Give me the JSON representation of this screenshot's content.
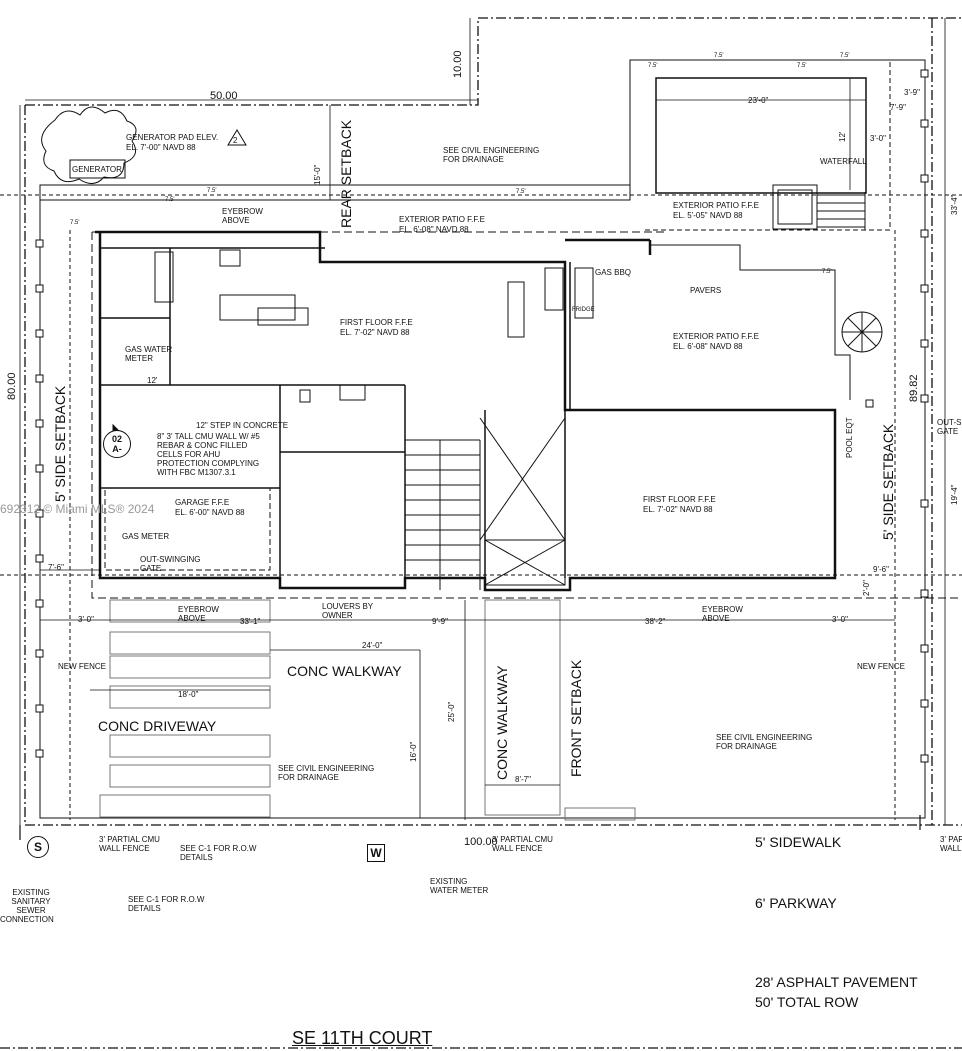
{
  "plan": {
    "street": "SE 11TH COURT",
    "road_notes": [
      "28' ASPHALT PAVEMENT",
      "50' TOTAL ROW"
    ],
    "sidewalk": "5' SIDEWALK",
    "parkway": "6' PARKWAY",
    "setbacks": {
      "rear": "REAR SETBACK",
      "side_left": "5' SIDE SETBACK",
      "side_right": "5' SIDE SETBACK",
      "front": "FRONT SETBACK"
    },
    "walkways": {
      "conc_walkway_h": "CONC WALKWAY",
      "conc_walkway_v": "CONC WALKWAY",
      "conc_driveway": "CONC DRIVEWAY"
    },
    "dimensions": {
      "top_50": "50.00",
      "top_10": "10.00",
      "left_80": "80.00",
      "right_8982": "89.82",
      "bottom_100": "100.00",
      "rear_15": "15'-0\"",
      "pool_23": "23'-0\"",
      "pool_12": "12'",
      "d_3_9": "3'-9\"",
      "d_7_9": "7'-9\"",
      "d_3_0_pool": "3'-0\"",
      "d_33_4": "33'-4\"",
      "d_19_4": "19'-4\"",
      "d_9_6": "9'-6\"",
      "d_2_0": "2'-0\"",
      "d_7_6": "7'-6\"",
      "d_3_0_l": "3'-0\"",
      "d_33_1": "33'-1\"",
      "d_24_0": "24'-0\"",
      "d_9_9": "9'-9\"",
      "d_38_2": "38'-2\"",
      "d_3_0_r": "3'-0\"",
      "d_18_0": "18'-0\"",
      "d_25_0": "25'-0\"",
      "d_16_0": "16'-0\"",
      "d_8_7": "8'-7\"",
      "d_12": "12'",
      "slope": "7.5'"
    },
    "notes": {
      "generator_pad": "GENERATOR PAD ELEV.",
      "generator_pad_el": "EL. 7'-00\" NAVD 88",
      "generator": "GENERATOR",
      "rev_number": "2",
      "civil_top": "SEE CIVIL ENGINEERING",
      "civil_top_2": "FOR DRAINAGE",
      "eyebrow_top": "EYEBROW",
      "eyebrow_top_2": "ABOVE",
      "ext_patio_1": "EXTERIOR PATIO F.F.E",
      "ext_patio_1_el": "EL. 6'-08\" NAVD 88",
      "ext_patio_2": "EXTERIOR PATIO F.F.E",
      "ext_patio_2_el": "EL. 5'-05\" NAVD 88",
      "ext_patio_3": "EXTERIOR PATIO F.F.E",
      "ext_patio_3_el": "EL. 6'-08\" NAVD 88",
      "waterfall": "WATERFALL",
      "gas_bbq": "GAS BBQ",
      "fridge": "FRIDGE",
      "pavers": "PAVERS",
      "first_floor_1": "FIRST FLOOR F.F.E",
      "first_floor_1_el": "EL. 7'-02\" NAVD 88",
      "first_floor_2": "FIRST FLOOR F.F.E",
      "first_floor_2_el": "EL. 7'-02\" NAVD 88",
      "gas_water_meter_1": "GAS WATER",
      "gas_water_meter_2": "METER",
      "step": "12\" STEP IN CONCRETE",
      "cmu_wall_1": "8\" 3' TALL CMU WALL W/ #5",
      "cmu_wall_2": "REBAR & CONC FILLED",
      "cmu_wall_3": "CELLS FOR AHU",
      "cmu_wall_4": "PROTECTION COMPLYING",
      "cmu_wall_5": "WITH FBC M1307.3.1",
      "section_top": "02",
      "section_bottom": "A-",
      "garage": "GARAGE F.F.E",
      "garage_el": "EL. 6'-00\" NAVD 88",
      "gas_meter": "GAS METER",
      "out_gate_1": "OUT-SWINGING",
      "out_gate_2": "GATE",
      "pool_eqt": "POOL EQT",
      "out_gate_r_1": "OUT-S",
      "out_gate_r_2": "GATE",
      "eyebrow_l_1": "EYEBROW",
      "eyebrow_l_2": "ABOVE",
      "louvers_1": "LOUVERS BY",
      "louvers_2": "OWNER",
      "eyebrow_r_1": "EYEBROW",
      "eyebrow_r_2": "ABOVE",
      "new_fence_l": "NEW FENCE",
      "new_fence_r": "NEW FENCE",
      "civil_front_1": "SEE CIVIL ENGINEERING",
      "civil_front_2": "FOR DRAINAGE",
      "civil_right_1": "SEE CIVIL ENGINEERING",
      "civil_right_2": "FOR DRAINAGE",
      "cmu_partial_l_1": "3' PARTIAL CMU",
      "cmu_partial_l_2": "WALL FENCE",
      "cmu_partial_c_1": "3' PARTIAL CMU",
      "cmu_partial_c_2": "WALL FENCE",
      "cmu_partial_r_1": "3' PAR",
      "cmu_partial_r_2": "WALL",
      "row_detail_1": "SEE C-1 FOR R.O.W",
      "row_detail_2": "DETAILS",
      "row_detail_b_1": "SEE C-1 FOR R.O.W",
      "row_detail_b_2": "DETAILS",
      "water_meter_1": "EXISTING",
      "water_meter_2": "WATER METER",
      "sewer_1": "EXISTING",
      "sewer_2": "SANITARY",
      "sewer_3": "SEWER",
      "sewer_4": "CONNECTION",
      "sewer_symbol": "S",
      "water_symbol": "W",
      "watermark": "692312 © Miami MLS® 2024"
    }
  }
}
